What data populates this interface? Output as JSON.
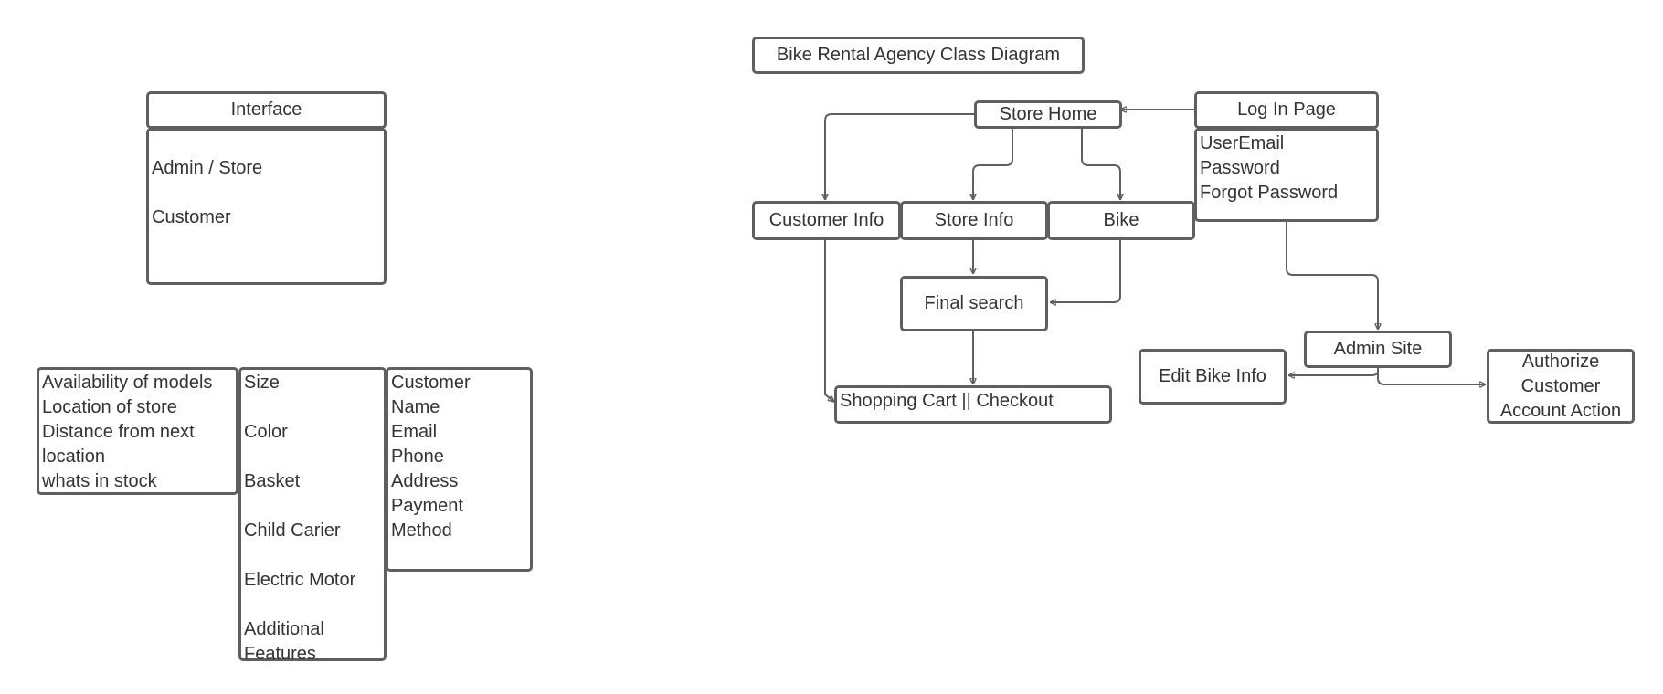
{
  "diagram": {
    "title": "Bike Rental Agency Class Diagram",
    "interface": {
      "header": "Interface",
      "items": [
        "Admin / Store",
        "Customer"
      ]
    },
    "store_attributes": [
      "Availability of models",
      "Location of store",
      "Distance from next",
      "location",
      "whats in stock"
    ],
    "bike_attributes": [
      "Size",
      "Color",
      "Basket",
      "Child Carier",
      "Electric Motor",
      "Additional",
      "Features"
    ],
    "customer_attributes": [
      "Customer",
      "Name",
      "Email",
      "Phone",
      "Address",
      "Payment",
      "Method"
    ],
    "store_home": "Store Home",
    "log_in": {
      "header": "Log In Page",
      "fields": [
        "UserEmail",
        "Password",
        "Forgot Password"
      ]
    },
    "customer_info": "Customer Info",
    "store_info": "Store Info",
    "bike": "Bike",
    "final_search": "Final search",
    "cart": "Shopping Cart || Checkout",
    "admin_site": "Admin Site",
    "edit_bike": "Edit Bike Info",
    "authorize": [
      "Authorize",
      "Customer",
      "Account Action"
    ]
  },
  "colors": {
    "stroke": "#5f5f5f",
    "text": "#333333",
    "background": "#ffffff"
  }
}
